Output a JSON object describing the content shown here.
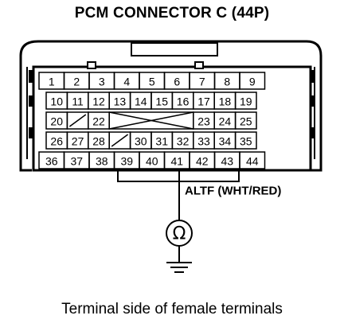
{
  "title": "PCM CONNECTOR C (44P)",
  "caption": "Terminal side of female terminals",
  "wire_label": "ALTF (WHT/RED)",
  "meter_symbol": "Ω",
  "rows": [
    [
      "1",
      "2",
      "3",
      "4",
      "5",
      "6",
      "7",
      "8",
      "9"
    ],
    [
      "10",
      "11",
      "12",
      "13",
      "14",
      "15",
      "16",
      "17",
      "18",
      "19"
    ],
    [
      "20",
      "",
      "22",
      "",
      "",
      "",
      "",
      "23",
      "24",
      "25"
    ],
    [
      "26",
      "27",
      "28",
      "",
      "30",
      "31",
      "32",
      "33",
      "34",
      "35"
    ],
    [
      "36",
      "37",
      "38",
      "39",
      "40",
      "41",
      "42",
      "43",
      "44"
    ]
  ]
}
